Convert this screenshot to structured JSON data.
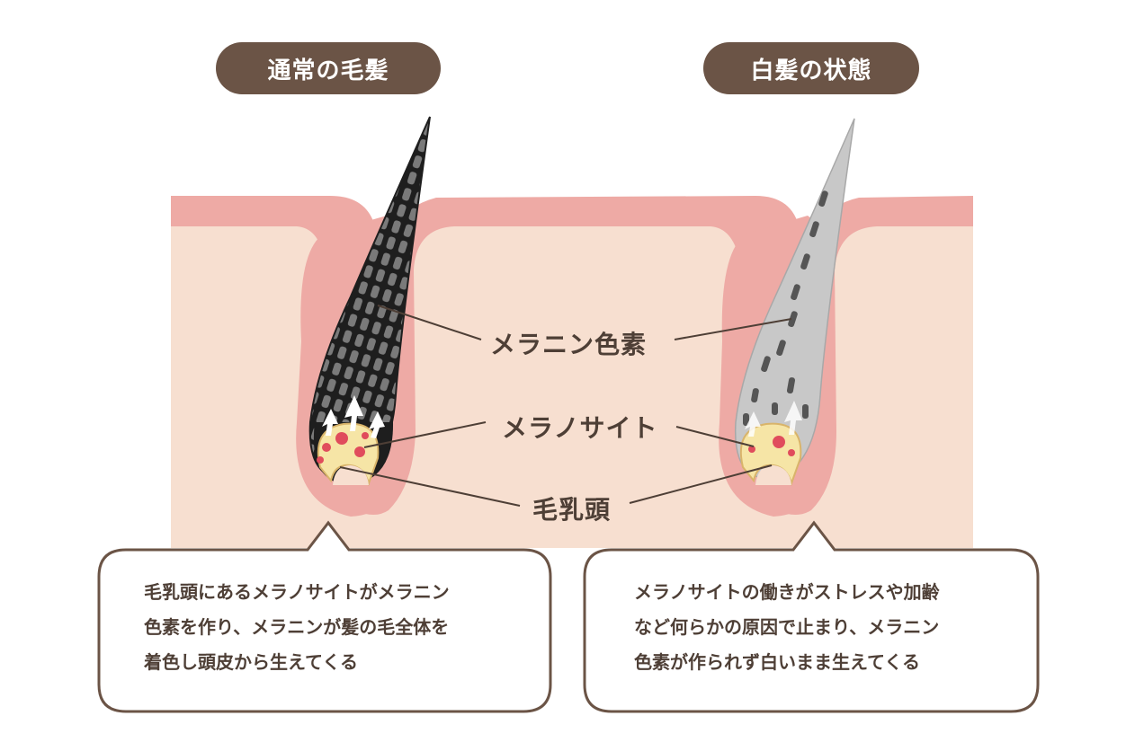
{
  "headings": {
    "normal": "通常の毛髪",
    "gray": "白髪の状態"
  },
  "labels": {
    "melanin": "メラニン色素",
    "melanocyte": "メラノサイト",
    "papilla": "毛乳頭"
  },
  "captions": {
    "normal": [
      "毛乳頭にあるメラノサイトがメラニン",
      "色素を作り、メラニンが髪の毛全体を",
      "着色し頭皮から生えてくる"
    ],
    "gray": [
      "メラノサイトの働きがストレスや加齢",
      "など何らかの原因で止まり、メラニン",
      "色素が作られず白いまま生えてくる"
    ]
  },
  "colors": {
    "heading_bg": "#6b5446",
    "skin_surface": "#eeaaa5",
    "skin_inner": "#f7dfd0",
    "hair_dark": "#1e1e1e",
    "hair_gray": "#c8c8c8",
    "melanocyte": "#f6e5a6",
    "melanin_dot": "#e04c5c",
    "text": "#4e3f36",
    "callout_border": "#6b5446"
  }
}
